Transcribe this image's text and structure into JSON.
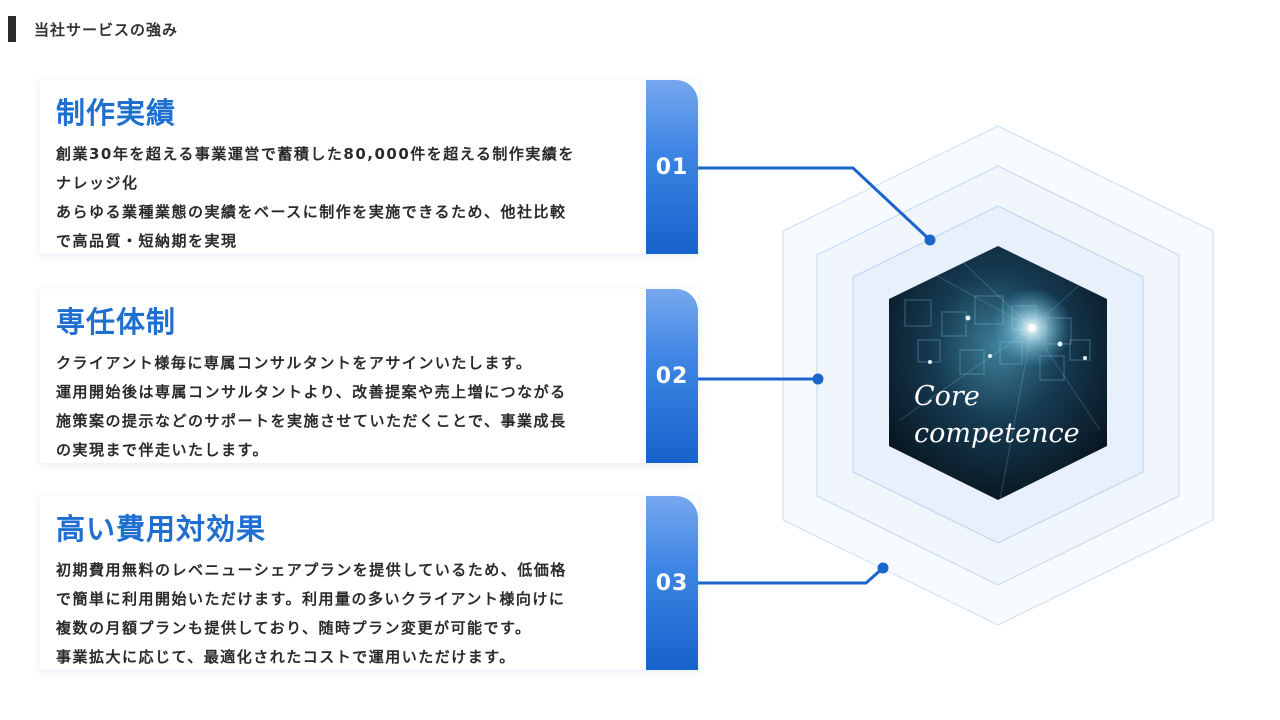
{
  "header": {
    "title": "当社サービスの強み"
  },
  "cards": [
    {
      "title": "制作実績",
      "number": "01",
      "lines": [
        "創業30年を超える事業運営で蓄積した80,000件を超える制作実績を",
        "ナレッジ化",
        "あらゆる業種業態の実績をベースに制作を実施できるため、他社比較",
        "で高品質・短納期を実現"
      ]
    },
    {
      "title": "専任体制",
      "number": "02",
      "lines": [
        "クライアント様毎に専属コンサルタントをアサインいたします。",
        "運用開始後は専属コンサルタントより、改善提案や売上増につながる",
        "施策案の提示などのサポートを実施させていただくことで、事業成長",
        "の実現まで伴走いたします。"
      ]
    },
    {
      "title": "高い費用対効果",
      "number": "03",
      "lines": [
        "初期費用無料のレベニューシェアプランを提供しているため、低価格",
        "で簡単に利用開始いただけます。利用量の多いクライアント様向けに",
        "複数の月額プランも提供しており、随時プラン変更が可能です。",
        "事業拡大に応じて、最適化されたコストで運用いただけます。"
      ]
    }
  ],
  "core": {
    "line1": "Core",
    "line2": "competence"
  },
  "colors": {
    "accent": "#1e6fd0",
    "connector": "#1a66cc"
  }
}
